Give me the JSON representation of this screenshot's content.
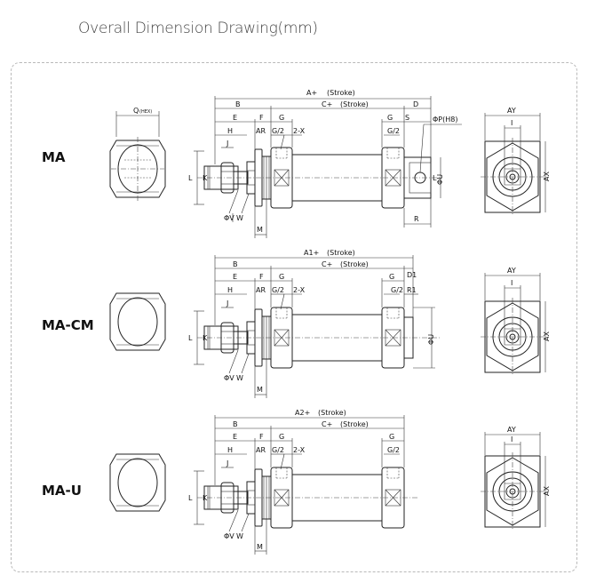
{
  "title": "Overall Dimension Drawing(mm)",
  "models": [
    {
      "name": "MA",
      "end_label": "Q",
      "end_sub": "(HEX)",
      "top_dims": {
        "overall": "A+",
        "overall_note": "(Stroke)",
        "b": "B",
        "c": "C+",
        "c_note": "(Stroke)",
        "d": "D",
        "e": "E",
        "f": "F",
        "g1": "G",
        "g2": "G",
        "s": "S",
        "h": "H",
        "ar": "AR",
        "g2a": "G/2",
        "x": "2-X",
        "g2b": "G/2",
        "phip": "ΦP(H8)",
        "j": "J"
      },
      "side_dims": {
        "l": "L",
        "k": "K",
        "phiu": "ΦU",
        "r_left": "L"
      },
      "bottom_dims": {
        "phiv": "ΦV",
        "w": "W",
        "m": "M",
        "r": "R"
      },
      "front_dims": {
        "ay": "AY",
        "i": "I",
        "ax": "AX"
      }
    },
    {
      "name": "MA-CM",
      "top_dims": {
        "overall": "A1+",
        "overall_note": "(Stroke)",
        "b": "B",
        "c": "C+",
        "c_note": "(Stroke)",
        "d": "D1",
        "e": "E",
        "f": "F",
        "g1": "G",
        "g2": "G",
        "h": "H",
        "ar": "AR",
        "g2a": "G/2",
        "x": "2-X",
        "g2b": "G/2",
        "r1": "R1",
        "j": "J"
      },
      "side_dims": {
        "l": "L",
        "k": "K",
        "phiu": "ΦU"
      },
      "bottom_dims": {
        "phiv": "ΦV",
        "w": "W",
        "m": "M"
      },
      "front_dims": {
        "ay": "AY",
        "i": "I",
        "ax": "AX"
      }
    },
    {
      "name": "MA-U",
      "top_dims": {
        "overall": "A2+",
        "overall_note": "(Stroke)",
        "b": "B",
        "c": "C+",
        "c_note": "(Stroke)",
        "e": "E",
        "f": "F",
        "g1": "G",
        "g2": "G",
        "h": "H",
        "ar": "AR",
        "g2a": "G/2",
        "x": "2-X",
        "g2b": "G/2",
        "j": "J"
      },
      "side_dims": {
        "l": "L",
        "k": "K"
      },
      "bottom_dims": {
        "phiv": "ΦV",
        "w": "W",
        "m": "M"
      },
      "front_dims": {
        "ay": "AY",
        "i": "I",
        "ax": "AX"
      }
    }
  ]
}
